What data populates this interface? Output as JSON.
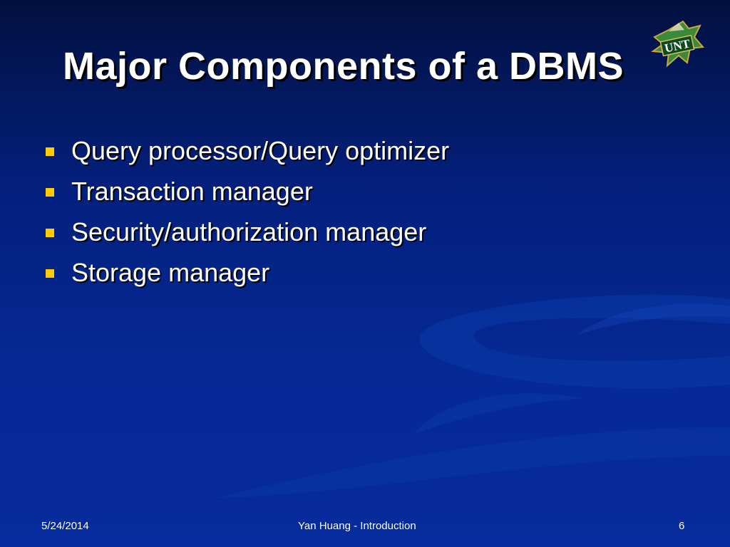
{
  "slide": {
    "title": "Major Components of a DBMS",
    "bullets": [
      "Query processor/Query optimizer",
      "Transaction manager",
      "Security/authorization manager",
      "Storage manager"
    ],
    "bullet_color": "#ffcc00",
    "background_color": "#052996",
    "logo_text": "UNT",
    "logo_icon": "unt-eagle-logo-icon"
  },
  "footer": {
    "date": "5/24/2014",
    "center": "Yan Huang - Introduction",
    "page": "6"
  }
}
